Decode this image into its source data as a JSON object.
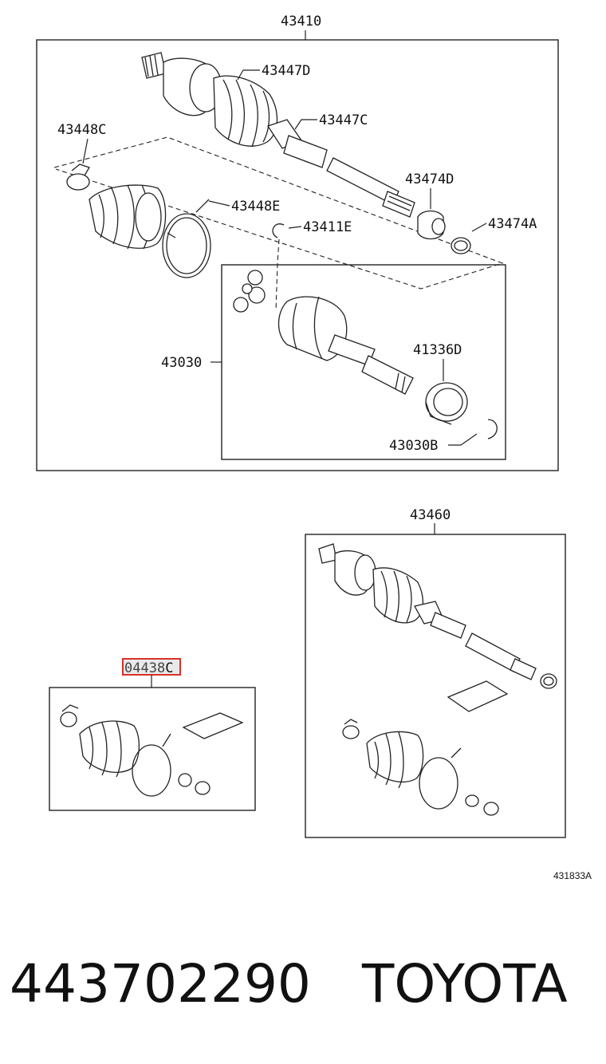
{
  "diagram": {
    "assembly_labels": {
      "shaft_assembly_front": "43410",
      "shaft_assembly_rear": "43460",
      "boot_kit": "04438",
      "boot_kit_suffix": "C"
    },
    "part_labels": {
      "outer_boot_clamp": "43447D",
      "inner_clamp": "43447C",
      "small_clamp": "43448C",
      "large_clamp": "43448E",
      "snap_ring": "43411E",
      "dust_cover": "43474D",
      "dust_ring": "43474A",
      "inner_joint": "43030",
      "oil_seal": "41336D",
      "circlip": "43030B"
    },
    "figure_code": "431833A",
    "footer": {
      "part_number": "443702290",
      "brand": "TOYOTA"
    },
    "highlight_color": "#d9302a"
  }
}
